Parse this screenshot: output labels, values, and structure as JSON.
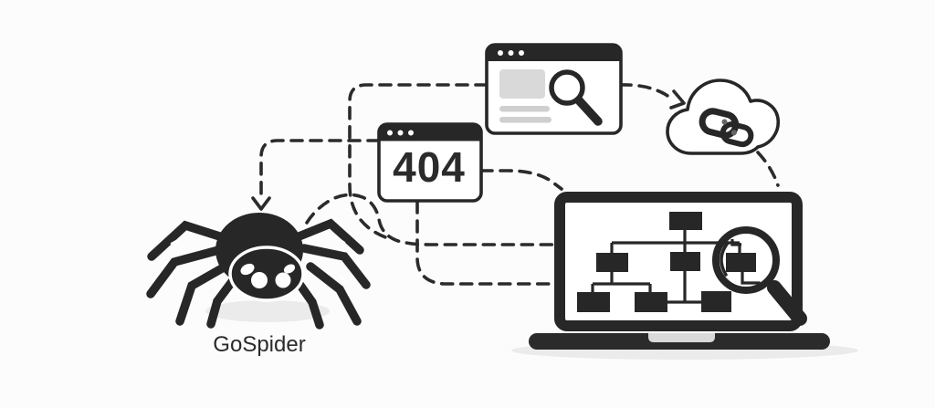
{
  "illustration": {
    "alt": "GoSpider web crawling concept illustration",
    "spider": {
      "caption": "GoSpider"
    },
    "error_window": {
      "code": "404",
      "titlebar_dots": 3
    },
    "search_window": {
      "titlebar_dots": 3
    },
    "icons": {
      "spider": "spider-icon",
      "search": "magnifier-icon",
      "link": "chain-link-icon",
      "cloud": "cloud-icon",
      "laptop": "laptop-icon",
      "sitemap": "sitemap-tree-icon",
      "inspect": "magnifier-icon"
    },
    "colors": {
      "ink": "#272727",
      "background": "#fcfcfc",
      "shadow": "#ebebeb",
      "placeholder_gray": "#d9d9d9",
      "placeholder_line_gray": "#cfcfcf",
      "hinge_gray": "#d9d9d9",
      "text": "#2b2b2b"
    }
  }
}
